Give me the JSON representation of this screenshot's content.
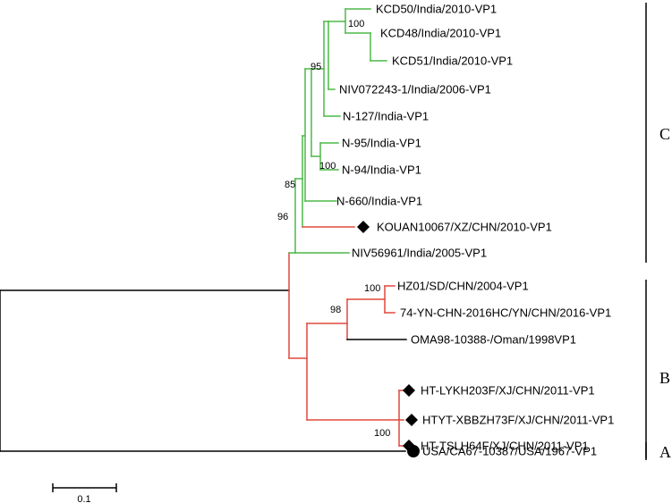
{
  "colors": {
    "green": "#4cb848",
    "red": "#e0483c",
    "black": "#000000"
  },
  "leaves": [
    {
      "id": "kcd50",
      "label": "KCD50/India/2010-VP1"
    },
    {
      "id": "kcd48",
      "label": "KCD48/India/2010-VP1"
    },
    {
      "id": "kcd51",
      "label": "KCD51/India/2010-VP1"
    },
    {
      "id": "niv072243",
      "label": "NIV072243-1/India/2006-VP1"
    },
    {
      "id": "n127",
      "label": "N-127/India-VP1"
    },
    {
      "id": "n95",
      "label": "N-95/India-VP1"
    },
    {
      "id": "n94",
      "label": "N-94/India-VP1"
    },
    {
      "id": "n660",
      "label": "N-660/India-VP1"
    },
    {
      "id": "kouan",
      "label": "KOUAN10067/XZ/CHN/2010-VP1",
      "marker": "diamond"
    },
    {
      "id": "niv56961",
      "label": "NIV56961/India/2005-VP1"
    },
    {
      "id": "hz01",
      "label": "HZ01/SD/CHN/2004-VP1"
    },
    {
      "id": "yn74",
      "label": "74-YN-CHN-2016HC/YN/CHN/2016-VP1"
    },
    {
      "id": "oma98",
      "label": "OMA98-10388-/Oman/1998VP1"
    },
    {
      "id": "lykh",
      "label": "HT-LYKH203F/XJ/CHN/2011-VP1",
      "marker": "diamond"
    },
    {
      "id": "htyt",
      "label": "HTYT-XBBZH73F/XJ/CHN/2011-VP1",
      "marker": "diamond"
    },
    {
      "id": "tslh",
      "label": "HT-TSLH64F/XJ/CHN/2011-VP1",
      "marker": "diamond"
    },
    {
      "id": "usa67",
      "label": "USA/CA67-10387/USA/1967-VP1",
      "marker": "circle"
    }
  ],
  "bootstrap": [
    {
      "id": "bs-kcd",
      "value": "100"
    },
    {
      "id": "bs-95",
      "value": "95"
    },
    {
      "id": "bs-n94",
      "value": "100"
    },
    {
      "id": "bs-85",
      "value": "85"
    },
    {
      "id": "bs-96",
      "value": "96"
    },
    {
      "id": "bs-hz",
      "value": "100"
    },
    {
      "id": "bs-98",
      "value": "98"
    },
    {
      "id": "bs-xj",
      "value": "100"
    }
  ],
  "clades": [
    {
      "id": "C",
      "label": "C"
    },
    {
      "id": "B",
      "label": "B"
    },
    {
      "id": "A",
      "label": "A"
    }
  ],
  "scale": {
    "value": 0.1,
    "label": "0.1"
  }
}
